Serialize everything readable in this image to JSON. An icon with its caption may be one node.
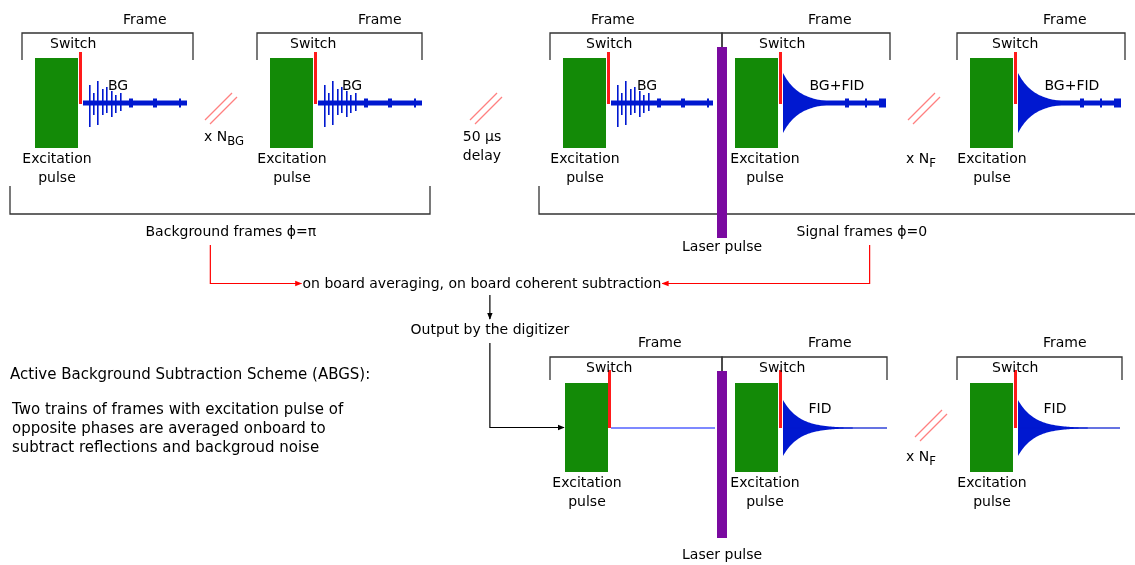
{
  "diagram": {
    "nodes": [
      {
        "text": [
          "Background frames ϕ=π"
        ]
      },
      {
        "text": [
          "Signal frames ϕ=0"
        ]
      },
      {
        "text": [
          "on board averaging, on board coherent subtraction"
        ]
      },
      {
        "text": [
          "Output by the digitizer"
        ]
      },
      {
        "text": [],
        "shape": "bar",
        "beside": [
          "Excitation pulse"
        ]
      },
      {
        "text": [],
        "shape": "bar",
        "beside": [
          "Excitation pulse"
        ]
      },
      {
        "text": [],
        "shape": "bar",
        "beside": [
          "Excitation pulse"
        ]
      },
      {
        "text": [],
        "shape": "bar",
        "beside": [
          "Excitation pulse"
        ]
      },
      {
        "text": [],
        "shape": "bar",
        "beside": [
          "Excitation pulse"
        ]
      },
      {
        "text": [],
        "shape": "bar",
        "beside": [
          "Excitation pulse"
        ]
      },
      {
        "text": [],
        "shape": "bar",
        "beside": [
          "Excitation pulse"
        ]
      },
      {
        "text": [],
        "shape": "bar",
        "beside": [
          "Excitation pulse"
        ]
      }
    ],
    "edges": [
      {
        "from": 0,
        "to": 2,
        "arrow": "to",
        "color": "#ff0000"
      },
      {
        "from": 1,
        "to": 2,
        "arrow": "to",
        "color": "#ff0000"
      },
      {
        "from": 2,
        "to": 3,
        "arrow": "to",
        "color": "#000000"
      },
      {
        "from": 3,
        "to": 9,
        "arrow": "to",
        "color": "#000000"
      }
    ],
    "labels": [
      "Frame",
      "Frame",
      "Frame",
      "Frame",
      "Frame",
      "Switch",
      "Switch",
      "Switch",
      "Switch",
      "Switch",
      "BG",
      "BG",
      "BG",
      "BG+FID",
      "BG+FID",
      "x N$_{BG}$",
      "50 µs delay",
      "x N$_{F}$",
      "Laser pulse",
      "Frame",
      "Frame",
      "Frame",
      "Active Background Subtraction Scheme (ABGS):",
      "Switch",
      "Switch",
      "Switch",
      "FID",
      "FID",
      "Two trains of frames with excitation pulse of opposite phases are averaged onboard to subtract reflections and backgroud noise",
      "x N$_{F}$",
      "Laser pulse"
    ]
  }
}
